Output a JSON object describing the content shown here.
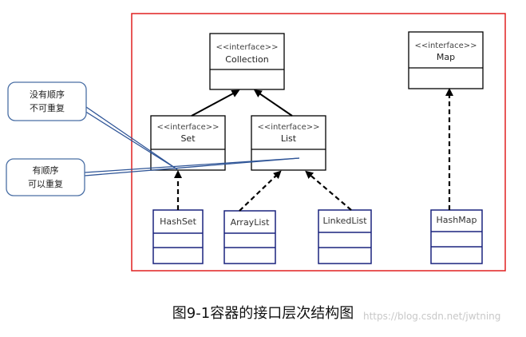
{
  "caption": "图9-1容器的接口层次结构图",
  "watermark": "https://blog.csdn.net/jwtning",
  "colors": {
    "frame": "#e02020",
    "uml_stroke": "#000000",
    "impl_stroke": "#1a237e",
    "impl_text": "#333333",
    "callout_stroke": "#4a6fa5",
    "callout_line": "#2f5597"
  },
  "interfaces": {
    "collection": {
      "stereotype": "<<interface>>",
      "name": "Collection"
    },
    "map": {
      "stereotype": "<<interface>>",
      "name": "Map"
    },
    "set": {
      "stereotype": "<<interface>>",
      "name": "Set"
    },
    "list": {
      "stereotype": "<<interface>>",
      "name": "List"
    }
  },
  "classes": {
    "hashset": {
      "name": "HashSet"
    },
    "arraylist": {
      "name": "ArrayList"
    },
    "linkedlist": {
      "name": "LinkedList"
    },
    "hashmap": {
      "name": "HashMap"
    }
  },
  "callouts": {
    "unordered": {
      "line1": "没有顺序",
      "line2": "不可重复"
    },
    "ordered": {
      "line1": "有顺序",
      "line2": "可以重复"
    }
  }
}
